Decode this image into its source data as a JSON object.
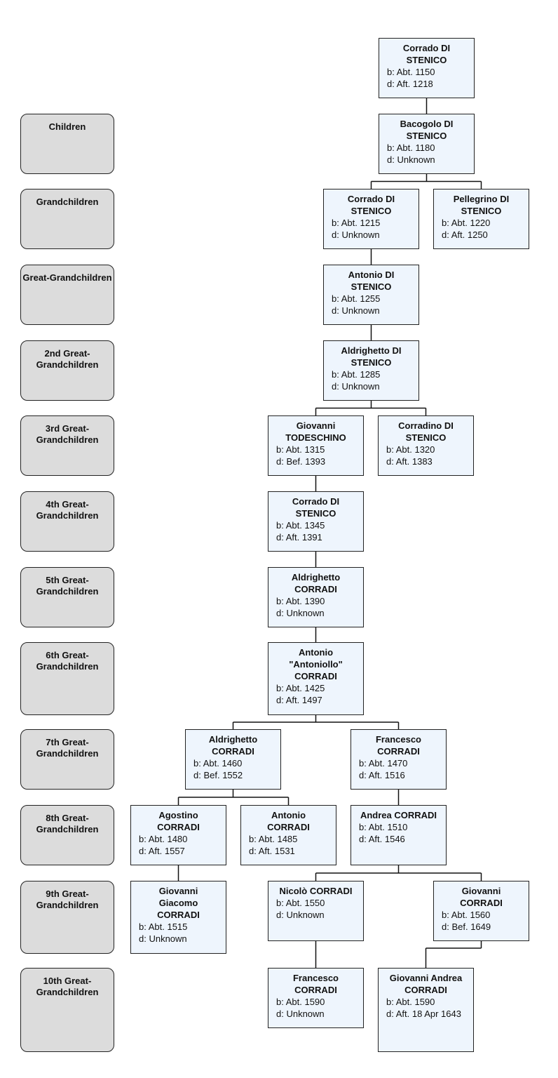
{
  "generations": [
    "Children",
    "Grandchildren",
    "Great-Grandchildren",
    "2nd Great-Grandchildren",
    "3rd Great-Grandchildren",
    "4th Great-Grandchildren",
    "5th Great-Grandchildren",
    "6th Great-Grandchildren",
    "7th Great-Grandchildren",
    "8th Great-Grandchildren",
    "9th Great-Grandchildren",
    "10th Great-Grandchildren"
  ],
  "people": [
    {
      "name": "Corrado DI STENICO",
      "birth": "b: Abt. 1150",
      "death": "d: Aft. 1218"
    },
    {
      "name": "Bacogolo DI STENICO",
      "birth": "b: Abt. 1180",
      "death": "d: Unknown"
    },
    {
      "name": "Corrado DI STENICO",
      "birth": "b: Abt. 1215",
      "death": "d: Unknown"
    },
    {
      "name": "Pellegrino DI STENICO",
      "birth": "b: Abt. 1220",
      "death": "d: Aft. 1250"
    },
    {
      "name": "Antonio DI STENICO",
      "birth": "b: Abt. 1255",
      "death": "d: Unknown"
    },
    {
      "name": "Aldrighetto DI STENICO",
      "birth": "b: Abt. 1285",
      "death": "d: Unknown"
    },
    {
      "name": "Giovanni TODESCHINO",
      "birth": "b: Abt. 1315",
      "death": "d: Bef. 1393"
    },
    {
      "name": "Corradino DI STENICO",
      "birth": "b: Abt. 1320",
      "death": "d: Aft. 1383"
    },
    {
      "name": "Corrado DI STENICO",
      "birth": "b: Abt. 1345",
      "death": "d: Aft. 1391"
    },
    {
      "name": "Aldrighetto CORRADI",
      "birth": "b: Abt. 1390",
      "death": "d: Unknown"
    },
    {
      "name": "Antonio \"Antoniollo\" CORRADI",
      "birth": "b: Abt. 1425",
      "death": "d: Aft. 1497"
    },
    {
      "name": "Aldrighetto CORRADI",
      "birth": "b: Abt. 1460",
      "death": "d: Bef. 1552"
    },
    {
      "name": "Francesco CORRADI",
      "birth": "b: Abt. 1470",
      "death": "d: Aft. 1516"
    },
    {
      "name": "Agostino CORRADI",
      "birth": "b: Abt. 1480",
      "death": "d: Aft. 1557"
    },
    {
      "name": "Antonio CORRADI",
      "birth": "b: Abt. 1485",
      "death": "d: Aft. 1531"
    },
    {
      "name": "Andrea CORRADI",
      "birth": "b: Abt. 1510",
      "death": "d: Aft. 1546"
    },
    {
      "name": "Giovanni Giacomo CORRADI",
      "birth": "b: Abt. 1515",
      "death": "d: Unknown"
    },
    {
      "name": "Nicolò CORRADI",
      "birth": "b: Abt. 1550",
      "death": "d: Unknown"
    },
    {
      "name": "Giovanni CORRADI",
      "birth": "b: Abt. 1560",
      "death": "d: Bef. 1649"
    },
    {
      "name": "Francesco CORRADI",
      "birth": "b: Abt. 1590",
      "death": "d: Unknown"
    },
    {
      "name": "Giovanni Andrea CORRADI",
      "birth": "b: Abt. 1590",
      "death": "d: Aft. 18 Apr 1643"
    }
  ],
  "links": [
    {
      "parent": 0,
      "children": [
        1
      ]
    },
    {
      "parent": 1,
      "children": [
        2,
        3
      ]
    },
    {
      "parent": 2,
      "children": [
        4
      ]
    },
    {
      "parent": 4,
      "children": [
        5
      ]
    },
    {
      "parent": 5,
      "children": [
        6,
        7
      ]
    },
    {
      "parent": 6,
      "children": [
        8
      ]
    },
    {
      "parent": 8,
      "children": [
        9
      ]
    },
    {
      "parent": 9,
      "children": [
        10
      ]
    },
    {
      "parent": 10,
      "children": [
        11,
        12
      ]
    },
    {
      "parent": 11,
      "children": [
        13,
        14
      ]
    },
    {
      "parent": 12,
      "children": [
        15
      ]
    },
    {
      "parent": 13,
      "children": [
        16
      ]
    },
    {
      "parent": 15,
      "children": [
        17,
        18
      ]
    },
    {
      "parent": 17,
      "children": [
        19
      ]
    },
    {
      "parent": 18,
      "children": [
        20
      ]
    }
  ]
}
